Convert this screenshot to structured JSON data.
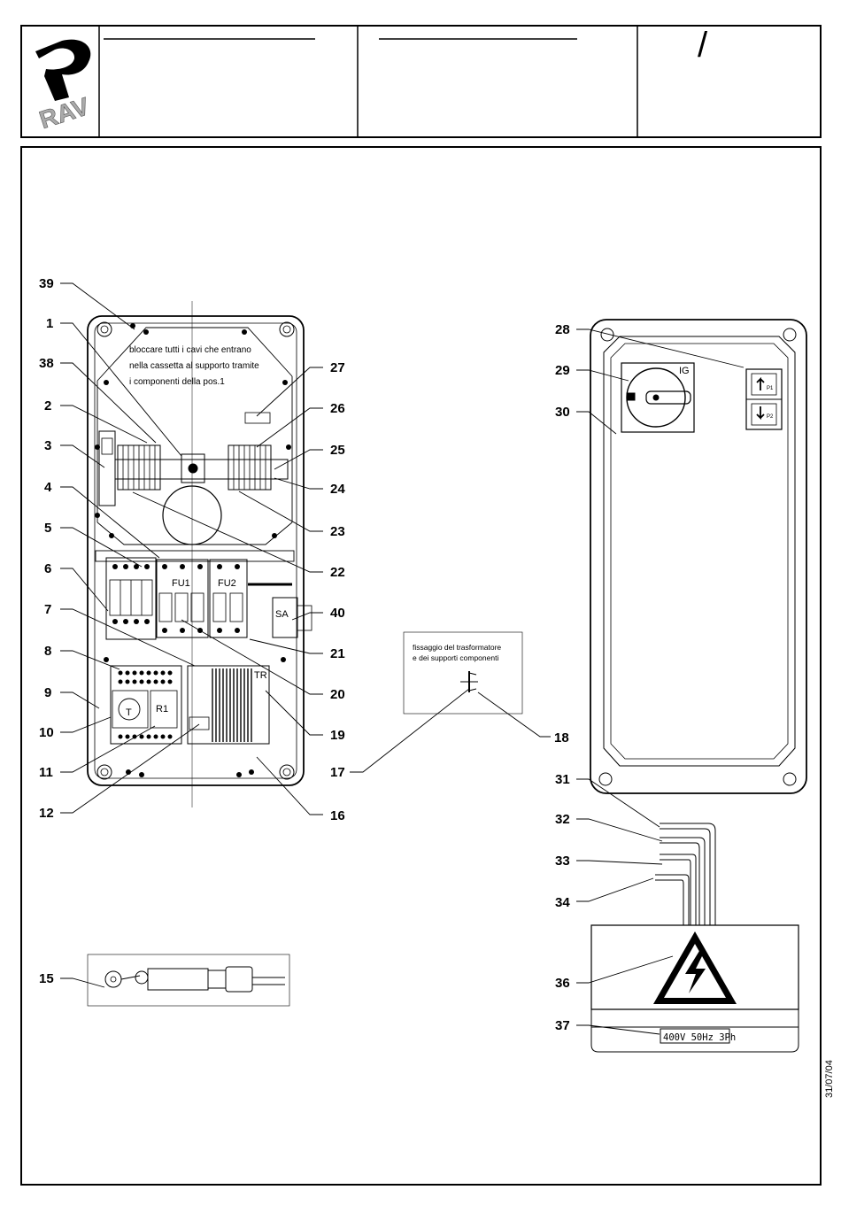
{
  "header": {
    "logo_text": "RAV",
    "slash": "/"
  },
  "panel": {
    "note": [
      "bloccare tutti i cavi che entrano",
      "nella cassetta al supporto tramite",
      "i componenti della pos.1"
    ],
    "fu1": "FU1",
    "fu2": "FU2",
    "t": "T",
    "r1": "R1",
    "tr": "TR",
    "sa": "SA"
  },
  "inset": {
    "text": [
      "fissaggio del trasformatore",
      "e dei supporti componenti"
    ]
  },
  "switchbox": {
    "ig": "IG",
    "p1": "P1",
    "p2": "P2"
  },
  "warning_box": {
    "voltage": "400V 50Hz 3Ph"
  },
  "callouts": {
    "n1": "1",
    "n2": "2",
    "n3": "3",
    "n4": "4",
    "n5": "5",
    "n6": "6",
    "n7": "7",
    "n8": "8",
    "n9": "9",
    "n10": "10",
    "n11": "11",
    "n12": "12",
    "n15": "15",
    "n16": "16",
    "n17": "17",
    "n18": "18",
    "n19": "19",
    "n20": "20",
    "n21": "21",
    "n22": "22",
    "n23": "23",
    "n24": "24",
    "n25": "25",
    "n26": "26",
    "n27": "27",
    "n28": "28",
    "n29": "29",
    "n30": "30",
    "n31": "31",
    "n32": "32",
    "n33": "33",
    "n34": "34",
    "n36": "36",
    "n37": "37",
    "n38": "38",
    "n39": "39",
    "n40": "40"
  },
  "date": "31/07/04"
}
